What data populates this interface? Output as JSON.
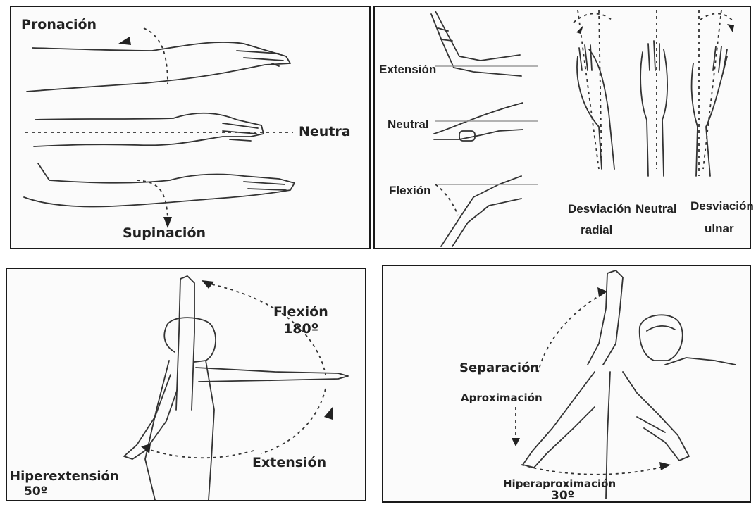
{
  "wrist_rotation": {
    "pronation": "Pronación",
    "neutral": "Neutra",
    "supination": "Supinación"
  },
  "wrist_flexion": {
    "extension": "Extensión",
    "neutral": "Neutral",
    "flexion": "Flexión"
  },
  "wrist_deviation": {
    "radial_line1": "Desviación",
    "radial_line2": "radial",
    "neutral": "Neutral",
    "ulnar_line1": "Desviación",
    "ulnar_line2": "ulnar"
  },
  "shoulder_flexion": {
    "flexion": "Flexión",
    "flexion_deg": "180º",
    "extension": "Extensión",
    "hyperextension": "Hiperextensión",
    "hyperextension_deg": "50º"
  },
  "shoulder_abduction": {
    "separation": "Separación",
    "approximation": "Aproximación",
    "hyperapproximation": "Hiperaproximación",
    "hyperapproximation_deg": "30º"
  }
}
